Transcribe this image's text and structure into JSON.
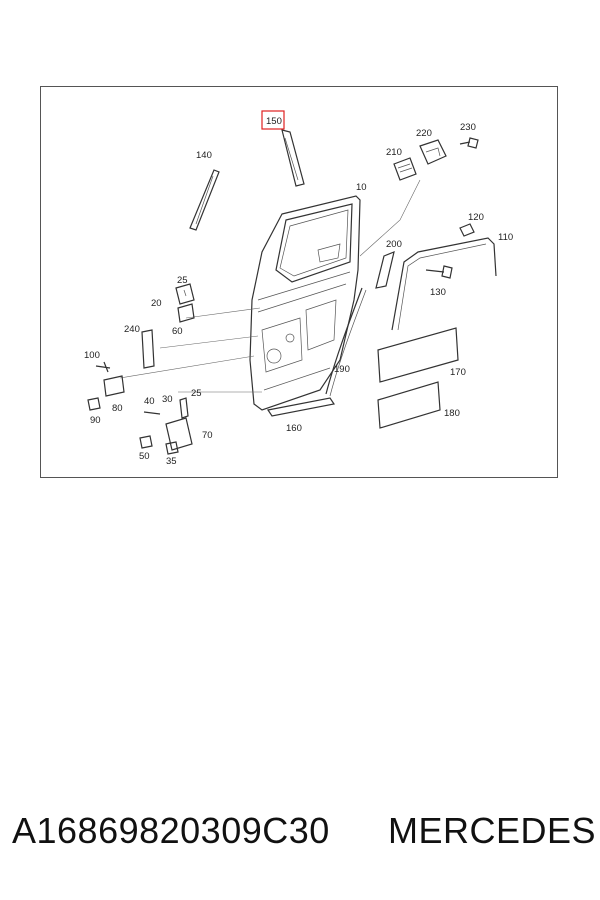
{
  "diagram": {
    "highlight_color": "#e02020",
    "callouts": {
      "c10": "10",
      "c20": "20",
      "c25a": "25",
      "c25b": "25",
      "c30": "30",
      "c35": "35",
      "c40": "40",
      "c50": "50",
      "c60": "60",
      "c70": "70",
      "c80": "80",
      "c90": "90",
      "c100": "100",
      "c110": "110",
      "c120": "120",
      "c130": "130",
      "c140": "140",
      "c150": "150",
      "c160": "160",
      "c170": "170",
      "c180": "180",
      "c190": "190",
      "c200": "200",
      "c210": "210",
      "c220": "220",
      "c230": "230",
      "c240": "240"
    }
  },
  "footer": {
    "part_number": "A16869820309C30",
    "brand": "MERCEDES"
  }
}
